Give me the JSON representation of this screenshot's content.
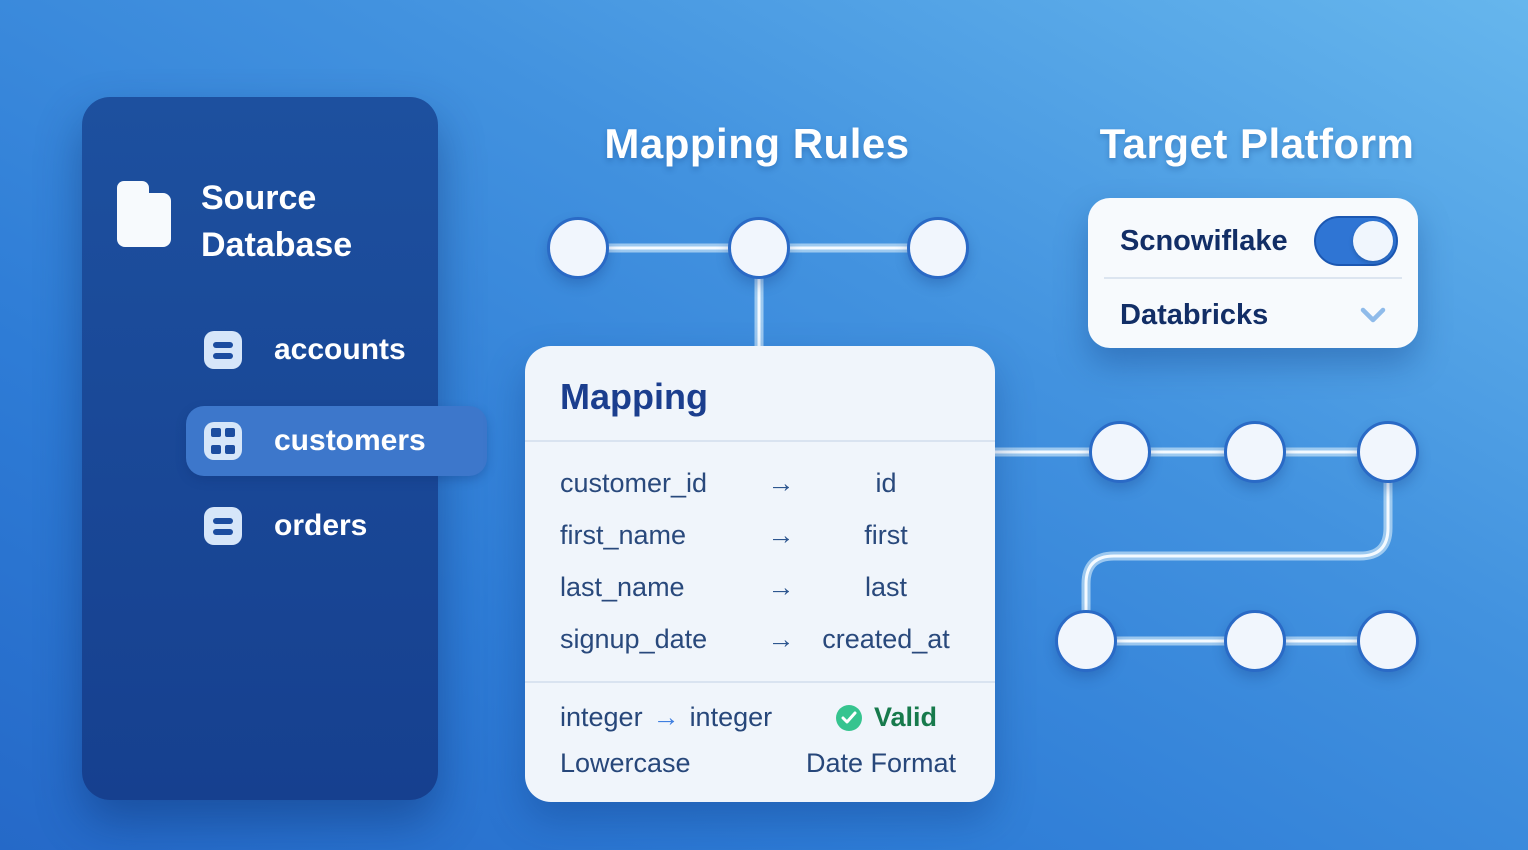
{
  "titles": {
    "mapping_rules": "Mapping Rules",
    "target_platform": "Target Platform"
  },
  "sidebar": {
    "title": "Source Database",
    "icon": "folder-icon",
    "items": [
      {
        "label": "accounts",
        "icon": "table-rows-icon",
        "active": false
      },
      {
        "label": "customers",
        "icon": "table-grid-icon",
        "active": true
      },
      {
        "label": "orders",
        "icon": "table-rows-icon",
        "active": false
      }
    ]
  },
  "mapping_card": {
    "title": "Mapping",
    "arrow_glyph": "→",
    "rows": [
      {
        "source": "customer_id",
        "target": "id"
      },
      {
        "source": "first_name",
        "target": "first"
      },
      {
        "source": "last_name",
        "target": "last"
      },
      {
        "source": "signup_date",
        "target": "created_at"
      }
    ],
    "footer": {
      "type_source": "integer",
      "type_target": "integer",
      "valid_label": "Valid",
      "check_glyph": "✓",
      "rule_lowercase": "Lowercase",
      "rule_date_format": "Date Format"
    }
  },
  "target_card": {
    "options": [
      {
        "label": "Scnowiflake",
        "control": "toggle",
        "state": "on"
      },
      {
        "label": "Databricks",
        "control": "chevron-down"
      }
    ]
  },
  "colors": {
    "background_top_right": "#66b6ed",
    "background_bottom_left": "#2569c8",
    "sidebar_bg": "#1b4a99",
    "sidebar_active_item": "#3d77cb",
    "card_bg": "#f0f5fb",
    "navy_text": "#1b3e8e",
    "row_text": "#29497c",
    "valid_green": "#36c48f",
    "valid_text_green": "#177a4c",
    "toggle_blue": "#2f75d4",
    "node_border": "#2a6ac6",
    "node_fill": "#f1f6fd",
    "connector": "#f4faff"
  }
}
